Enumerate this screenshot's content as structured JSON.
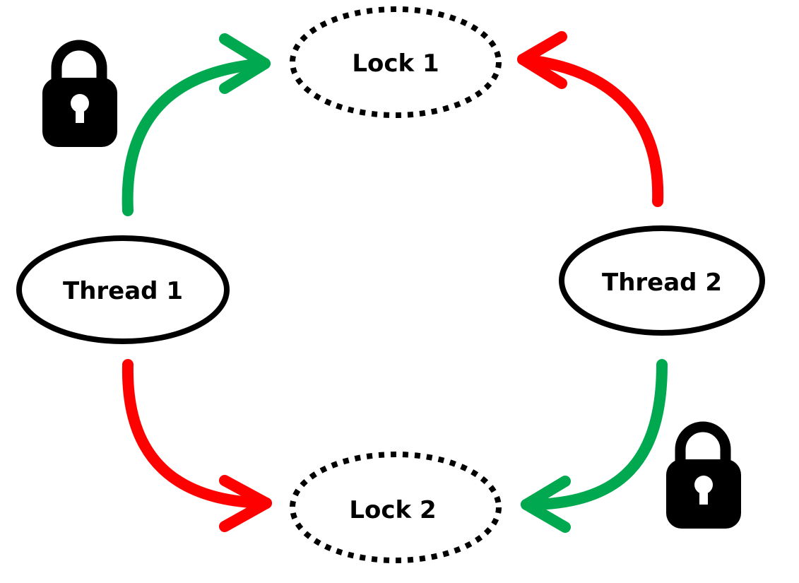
{
  "nodes": {
    "lock1": {
      "label": "Lock 1"
    },
    "lock2": {
      "label": "Lock 2"
    },
    "thread1": {
      "label": "Thread 1"
    },
    "thread2": {
      "label": "Thread 2"
    }
  },
  "edges": [
    {
      "from": "thread1",
      "to": "lock1",
      "status": "holds"
    },
    {
      "from": "thread2",
      "to": "lock1",
      "status": "waiting"
    },
    {
      "from": "thread1",
      "to": "lock2",
      "status": "waiting"
    },
    {
      "from": "thread2",
      "to": "lock2",
      "status": "holds"
    }
  ],
  "icons": {
    "thread1_lock": "padlock-icon",
    "thread2_lock": "padlock-icon"
  },
  "colors": {
    "holds": "#00a94f",
    "waiting": "#ff0000",
    "outline": "#000000"
  }
}
